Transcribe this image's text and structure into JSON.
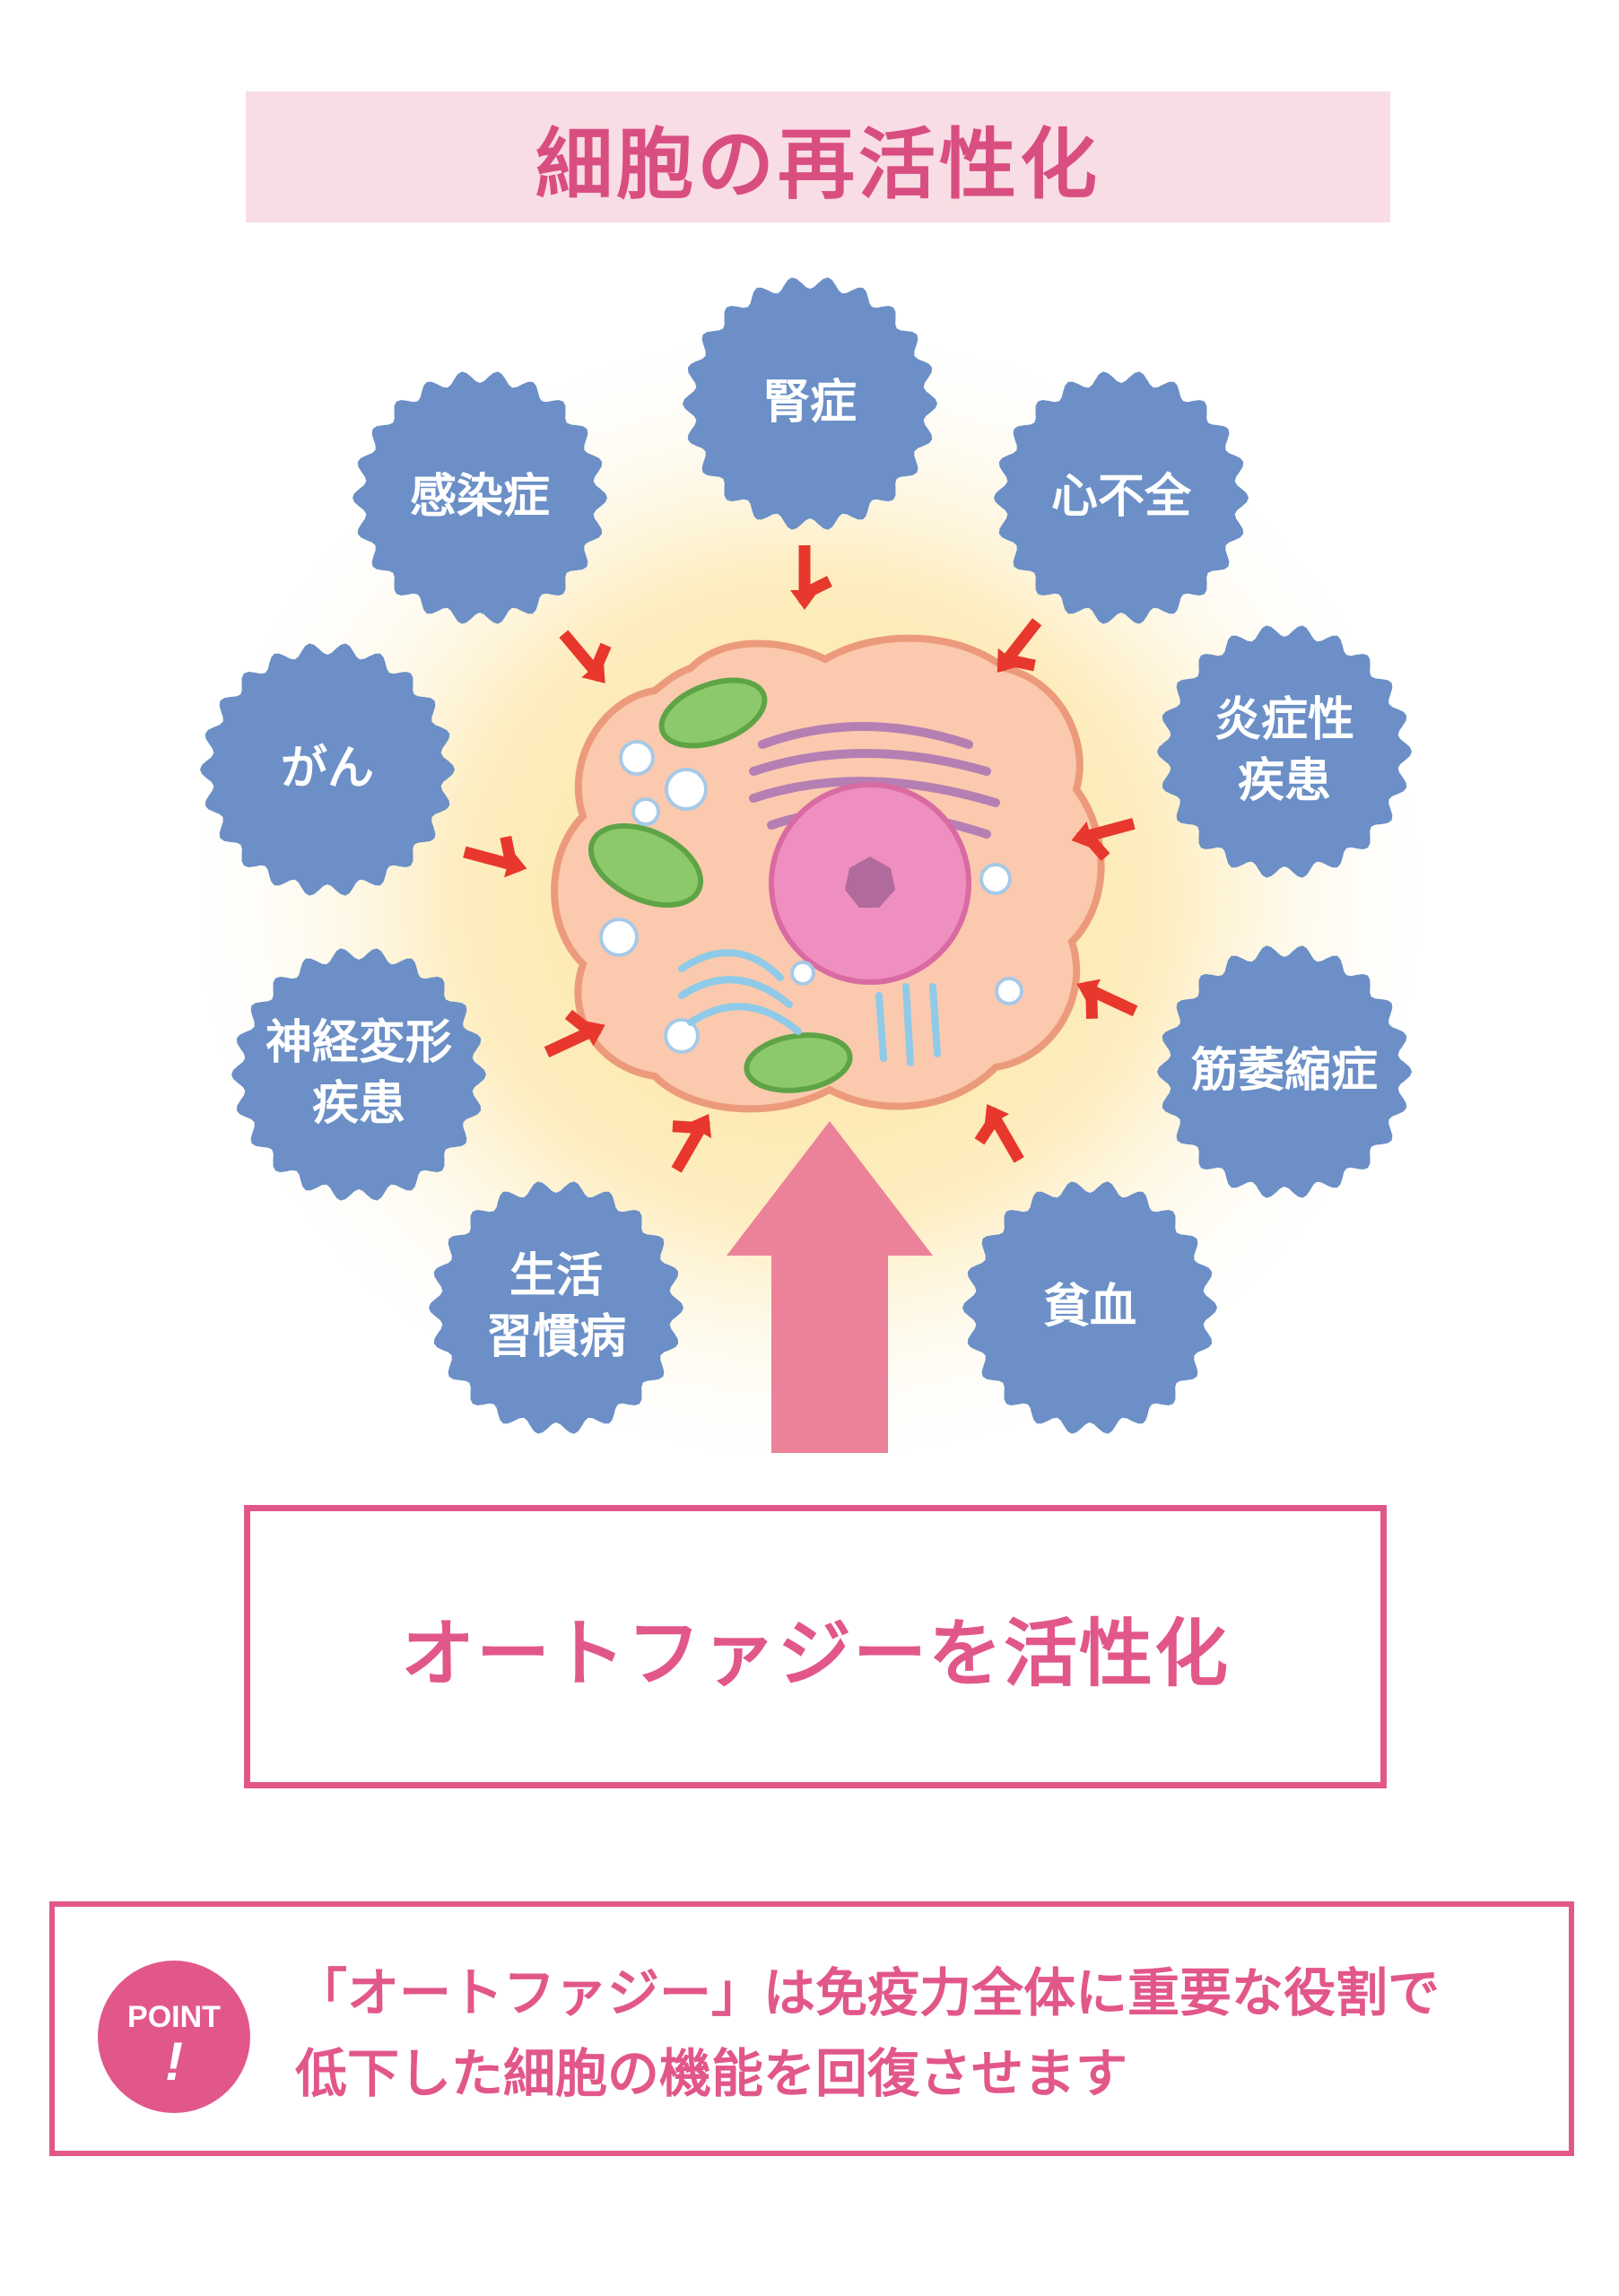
{
  "title": "細胞の再活性化",
  "colors": {
    "title_bg": "#f9dde4",
    "accent_pink": "#e2578a",
    "badge_blue": "#6b8fc6",
    "arrow_red": "#e8372c",
    "big_arrow": "#ec8299",
    "glow": "#fde7a6",
    "cell_body": "#fbc9ae",
    "nucleus": "#ee8fbf"
  },
  "conditions": [
    {
      "id": "jinsho",
      "label": "腎症"
    },
    {
      "id": "shinfuzen",
      "label": "心不全"
    },
    {
      "id": "enshosei",
      "label": "炎症性\n疾患"
    },
    {
      "id": "kinishuku",
      "label": "筋萎縮症"
    },
    {
      "id": "hinketsu",
      "label": "貧血"
    },
    {
      "id": "seikatsu",
      "label": "生活\n習慣病"
    },
    {
      "id": "shinkei",
      "label": "神経変形\n疾患"
    },
    {
      "id": "gan",
      "label": "がん"
    },
    {
      "id": "kansensho",
      "label": "感染症"
    }
  ],
  "activation": "オートファジーを活性化",
  "point": {
    "badge_word": "POINT",
    "badge_mark": "!",
    "line1": "「オートファジー」は免疫力全体に重要な役割で",
    "line2": "低下した細胞の機能を回復させます"
  }
}
